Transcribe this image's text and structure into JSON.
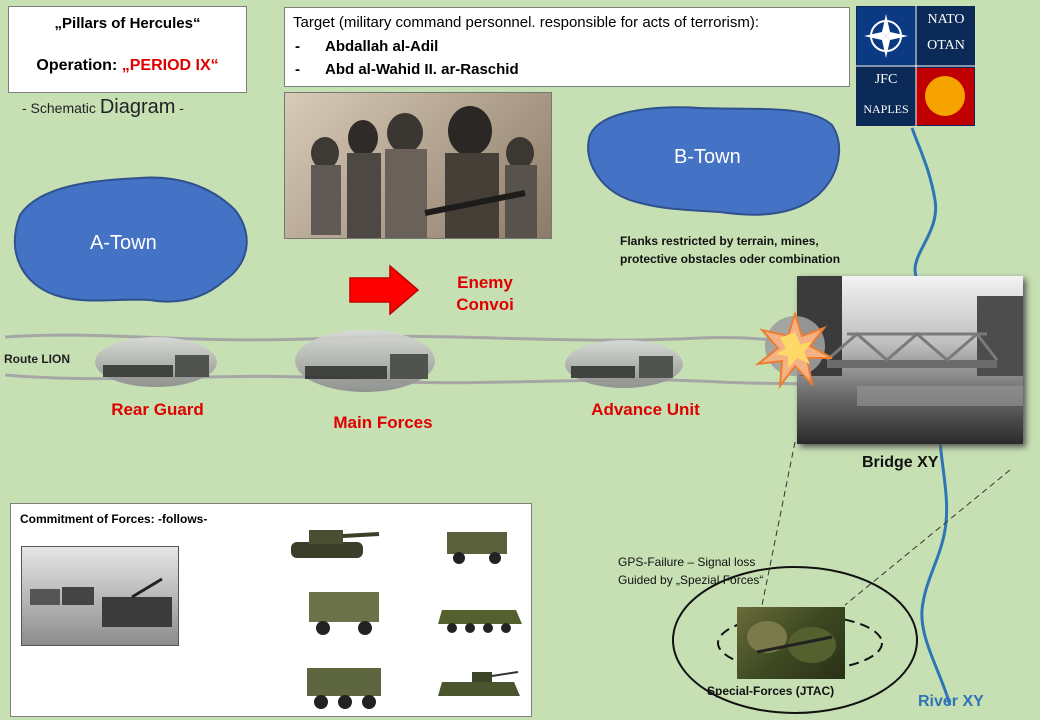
{
  "title_box": {
    "line1": "„Pillars of Hercules“",
    "operation_label": "Operation: ",
    "operation_name": "„PERIOD IX“"
  },
  "subtitle": {
    "small": "- Schematic ",
    "big": "Diagram",
    "tail": " -"
  },
  "target": {
    "header": "Target (military command personnel. responsible for acts of terrorism):",
    "items": [
      {
        "bullet": "-",
        "name": "Abdallah al-Adil"
      },
      {
        "bullet": "-",
        "name": "Abd al-Wahid II. ar-Raschid"
      }
    ]
  },
  "logo": {
    "nato": "NATO",
    "otan": "OTAN",
    "jfc": "JFC",
    "naples": "NAPLES"
  },
  "towns": {
    "a": "A-Town",
    "b": "B-Town"
  },
  "convoy": {
    "enemy_line1": "Enemy",
    "enemy_line2": "Convoi",
    "route": "Route LION",
    "rear": "Rear Guard",
    "main": "Main Forces",
    "advance": "Advance Unit"
  },
  "flanks": {
    "line1": "Flanks restricted by terrain, mines,",
    "line2": "protective obstacles oder combination"
  },
  "bridge": "Bridge XY",
  "river": "River XY",
  "gps": {
    "line1": "GPS-Failure – Signal loss",
    "line2": "Guided by „Spezial Forces“"
  },
  "special_forces": "Special-Forces (JTAC)",
  "commitment": "Commitment of Forces: -follows-",
  "colors": {
    "water": "#4472c4",
    "red": "#e00000",
    "background": "#c6e0b4",
    "river_label": "#2e75b6"
  }
}
